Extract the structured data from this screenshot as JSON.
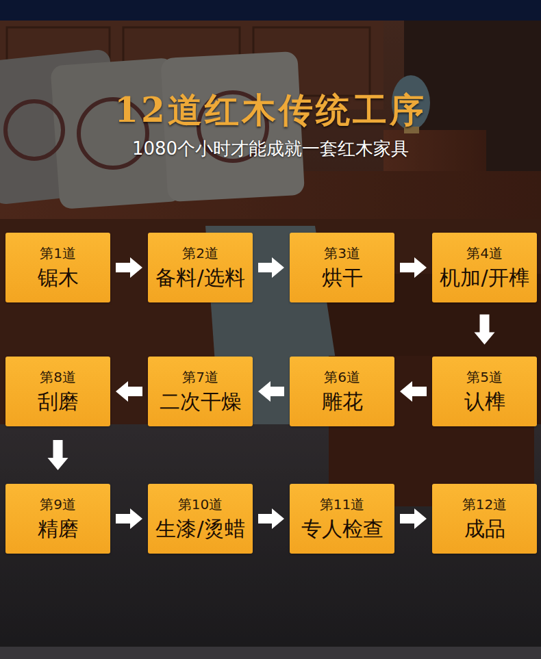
{
  "diagram": {
    "title": "12道红木传统工序",
    "nodes": [
      {
        "text": [
          "第1道",
          "锯木"
        ]
      },
      {
        "text": [
          "第2道",
          "备料/选料"
        ]
      },
      {
        "text": [
          "第3道",
          "烘干"
        ]
      },
      {
        "text": [
          "第4道",
          "机加/开榫"
        ]
      },
      {
        "text": [
          "第5道",
          "认榫"
        ]
      },
      {
        "text": [
          "第6道",
          "雕花"
        ]
      },
      {
        "text": [
          "第7道",
          "二次干燥"
        ]
      },
      {
        "text": [
          "第8道",
          "刮磨"
        ]
      },
      {
        "text": [
          "第9道",
          "精磨"
        ]
      },
      {
        "text": [
          "第10道",
          "生漆/烫蜡"
        ]
      },
      {
        "text": [
          "第11道",
          "专人检查"
        ]
      },
      {
        "text": [
          "第12道",
          "成品"
        ]
      }
    ],
    "edges": [
      {
        "from": 0,
        "to": 1,
        "arrow": "to"
      },
      {
        "from": 1,
        "to": 2,
        "arrow": "to"
      },
      {
        "from": 2,
        "to": 3,
        "arrow": "to"
      },
      {
        "from": 3,
        "to": 4,
        "arrow": "to"
      },
      {
        "from": 4,
        "to": 5,
        "arrow": "to"
      },
      {
        "from": 5,
        "to": 6,
        "arrow": "to"
      },
      {
        "from": 6,
        "to": 7,
        "arrow": "to"
      },
      {
        "from": 7,
        "to": 8,
        "arrow": "to"
      },
      {
        "from": 8,
        "to": 9,
        "arrow": "to"
      },
      {
        "from": 9,
        "to": 10,
        "arrow": "to"
      },
      {
        "from": 10,
        "to": 11,
        "arrow": "to"
      }
    ],
    "labels": [
      "1080个小时才能成就一套红木家具"
    ]
  }
}
